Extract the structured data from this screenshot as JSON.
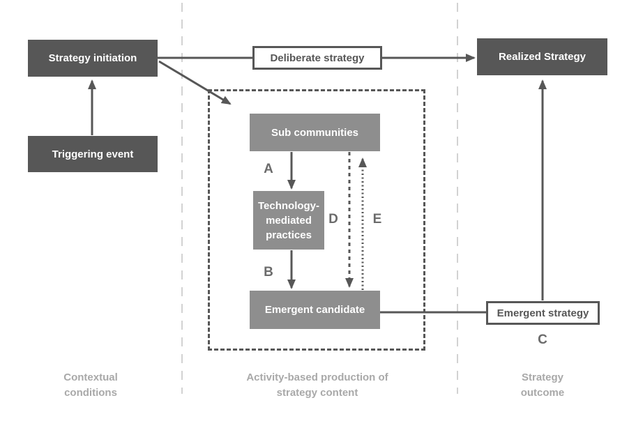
{
  "diagram": {
    "nodes": {
      "strategy_initiation": "Strategy initiation",
      "triggering_event": "Triggering event",
      "deliberate_strategy": "Deliberate strategy",
      "realized_strategy": "Realized Strategy",
      "sub_communities": "Sub communities",
      "technology_mediated_practices": "Technology-mediated practices",
      "emergent_candidate": "Emergent candidate",
      "emergent_strategy": "Emergent strategy"
    },
    "arrow_labels": {
      "a": "A",
      "b": "B",
      "c": "C",
      "d": "D",
      "e": "E"
    },
    "zones": {
      "left": "Contextual conditions",
      "middle": "Activity-based production of strategy content",
      "right": "Strategy outcome"
    },
    "colors": {
      "dark_box": "#575757",
      "medium_box": "#8e8e8e",
      "outline_border": "#575757",
      "arrow": "#575757",
      "letter_label": "#6b6b6b",
      "zone_label": "#a9a9a9",
      "divider": "#d2d2d2",
      "background": "#ffffff"
    }
  }
}
